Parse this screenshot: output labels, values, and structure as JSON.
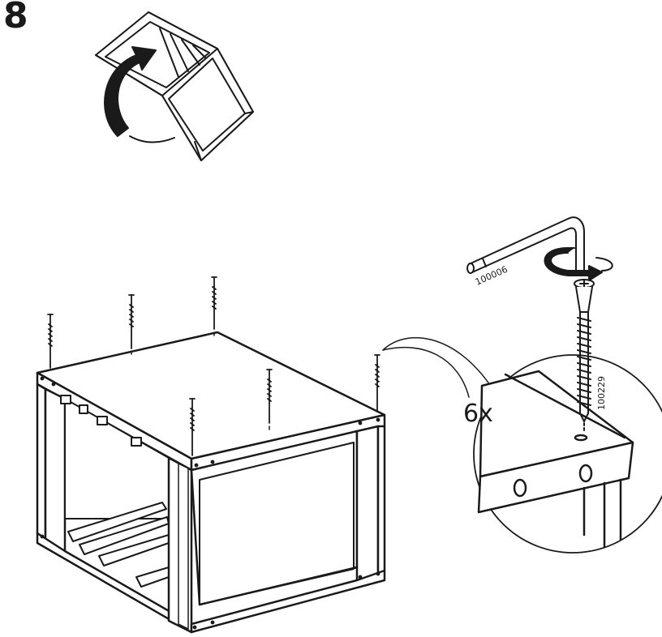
{
  "step": {
    "number": "8"
  },
  "quantity": {
    "label": "6x"
  },
  "parts": {
    "allen_key": {
      "code": "100006"
    },
    "screw": {
      "code": "100229"
    }
  },
  "colors": {
    "line": "#1a1a1a",
    "shade": "#d6d6d6",
    "paper": "#ffffff"
  }
}
